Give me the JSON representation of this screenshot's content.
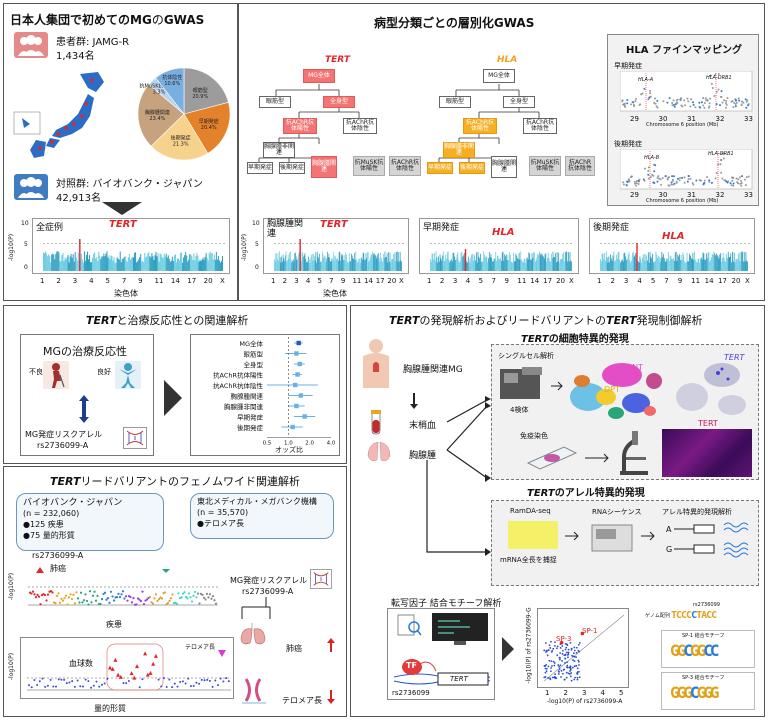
{
  "gwas_panel": {
    "title_prefix": "日本人集団で初めての",
    "title_mg": "MG",
    "title_no": "の",
    "title_gwas": "GWAS",
    "patients_label": "患者群: JAMG-R",
    "patients_count": "1,434名",
    "controls_label": "対照群: バイオバンク・ジャパン",
    "controls_count": "42,913名",
    "pie": {
      "slices": [
        {
          "label": "眼筋型",
          "pct": 20.9,
          "color": "#9c9c9c"
        },
        {
          "label": "早期発症",
          "pct": 20.4,
          "color": "#e4822b"
        },
        {
          "label": "後期発症",
          "pct": 21.3,
          "color": "#f7d28c"
        },
        {
          "label": "胸腺腫関連",
          "pct": 23.4,
          "color": "#c6a27e"
        },
        {
          "label": "抗MuSK抗体陽性",
          "pct": 3.3,
          "color": "#b6d3ee"
        },
        {
          "label": "抗体陰性",
          "pct": 10.6,
          "color": "#79aee0"
        }
      ]
    },
    "manhattan": {
      "label": "全症例",
      "gene": "TERT",
      "ylabel": "-log10(P)",
      "yticks": [
        "0",
        "5",
        "10"
      ],
      "xlabel": "染色体",
      "xticks": [
        "1",
        "2",
        "3",
        "4",
        "5",
        "7",
        "9",
        "11",
        "14",
        "17",
        "20",
        "X"
      ]
    }
  },
  "strat_panel": {
    "title": "病型分類ごとの層別化GWAS",
    "tert_gene": "TERT",
    "hla_gene": "HLA",
    "tree": {
      "mg_all": "MG全体",
      "ocular": "眼筋型",
      "general": "全身型",
      "achr_pos": "抗AChR抗体陽性",
      "achr_neg": "抗AChR抗体陰性",
      "thymoma": "胸腺腫関連",
      "non_thymoma": "胸腺腫非関連",
      "early": "早期発症",
      "late": "後期発症",
      "musk_pos": "抗MuSK抗体陽性"
    },
    "manhattans": [
      {
        "label": "胸腺腫関連",
        "gene": "TERT",
        "ylabel": "-log10(P)",
        "yticks": [
          "0",
          "5",
          "10"
        ],
        "xlabel": "染色体",
        "xticks": [
          "1",
          "2",
          "3",
          "4",
          "5",
          "7",
          "9",
          "11",
          "14",
          "17",
          "20",
          "X"
        ]
      },
      {
        "label": "早期発症",
        "gene": "HLA",
        "xticks": [
          "1",
          "2",
          "3",
          "4",
          "5",
          "7",
          "9",
          "11",
          "14",
          "17",
          "20",
          "X"
        ]
      },
      {
        "label": "後期発症",
        "gene": "HLA",
        "xticks": [
          "1",
          "2",
          "3",
          "4",
          "5",
          "7",
          "9",
          "11",
          "14",
          "17",
          "20",
          "X"
        ]
      }
    ],
    "hla_box": {
      "title": "HLA ファインマッピング",
      "early_label": "早期発症",
      "late_label": "後期発症",
      "early_genes": [
        "HLA-A",
        "HLA-DRB1"
      ],
      "late_genes": [
        "HLA-B",
        "HLA-DRB1"
      ],
      "xticks": [
        "29",
        "30",
        "31",
        "32",
        "33"
      ],
      "xlabel": "Chromosome 6 position (Mb)",
      "ylabel": "-log10(P)"
    }
  },
  "response_panel": {
    "title_gene": "TERT",
    "title_rest": "と治療反応性との関連解析",
    "mg_response": "MGの治療反応性",
    "bad": "不良",
    "good": "良好",
    "risk_allele": "MG発症リスクアレル",
    "rsid": "rs2736099-A",
    "forest": {
      "labels": [
        "MG全体",
        "眼筋型",
        "全身型",
        "抗AChR抗体陽性",
        "抗AChR抗体陰性",
        "胸腺腫関連",
        "胸腺腫非関連",
        "早期発症",
        "後期発症"
      ],
      "or": [
        1.4,
        1.3,
        1.45,
        1.35,
        1.25,
        1.5,
        1.3,
        1.7,
        1.15
      ],
      "lo": [
        1.2,
        0.9,
        1.2,
        1.15,
        0.5,
        1.0,
        1.0,
        1.2,
        0.8
      ],
      "hi": [
        1.6,
        1.8,
        1.7,
        1.55,
        2.6,
        2.2,
        1.7,
        2.4,
        1.6
      ],
      "xticks": [
        "0.5",
        "1.0",
        "2.0",
        "4.0"
      ],
      "xlabel": "オッズ比"
    }
  },
  "phewas_panel": {
    "title_gene": "TERT",
    "title_rest": "リードバリアントのフェノムワイド関連解析",
    "bbj_title": "バイオバンク・ジャパン",
    "bbj_n": "(n = 232,060)",
    "bbj_disease": "●125 疾患",
    "bbj_traits": "●75 量的形質",
    "tmm_title": "東北メディカル・メガバンク機構",
    "tmm_n": "(n = 35,570)",
    "tmm_trait": "●テロメア長",
    "rsid_label": "rs2736099-A",
    "lung_cancer": "肺癌",
    "disease_xlabel": "疾患",
    "blood_count": "血球数",
    "telomere_legend": "テロメア長",
    "trait_xlabel": "量的形質",
    "ylabel": "-log10(P)",
    "risk_allele": "MG発症リスクアレル",
    "rsid": "rs2736099-A",
    "effect_lung": "肺癌",
    "effect_telomere": "テロメア長"
  },
  "expression_panel": {
    "title_gene": "TERT",
    "title_mid": "の発現解析およびリードバリアントの",
    "title_gene2": "TERT",
    "title_rest": "発現制御解析",
    "cell_title_gene": "TERT",
    "cell_title_rest": "の細胞特異的発現",
    "thymoma_mg": "胸腺腫関連MG",
    "peripheral_blood": "末梢血",
    "thymoma": "胸腺腫",
    "single_cell": "シングルセル解析",
    "four_samples": "4検体",
    "dnt": "DNT",
    "dpt": "DPT",
    "umap_tert": "TERT",
    "immunostain": "免疫染色",
    "ihc_tert": "TERT",
    "allele_title_gene": "TERT",
    "allele_title_rest": "のアレル特異的発現",
    "ramda": "RamDA-seq",
    "mrna": "mRNA全長を捕捉",
    "rna_seq": "RNAシーケンス",
    "allele_analysis": "アレル特異的発現解析",
    "allele_a": "A",
    "allele_g": "G",
    "tf_title": "転写因子 結合モチーフ解析",
    "tf": "TF",
    "tert_box": "TERT",
    "rs": "rs2736099",
    "sp3": "SP-3",
    "sp1": "SP-1",
    "scatter_ylabel": "-log10(P) of rs2736099-G",
    "scatter_xlabel": "-log10(P) of rs2736099-A",
    "scatter_xticks": [
      "1",
      "2",
      "3",
      "4",
      "5"
    ],
    "scatter_yticks": [
      "1",
      "2",
      "3",
      "4",
      "5"
    ],
    "genome_seq": "ゲノム配列",
    "rs_small": "rs2736099",
    "sp1_motif": "SP-1 結合モチーフ",
    "sp3_motif": "SP-3 結合モチーフ"
  }
}
